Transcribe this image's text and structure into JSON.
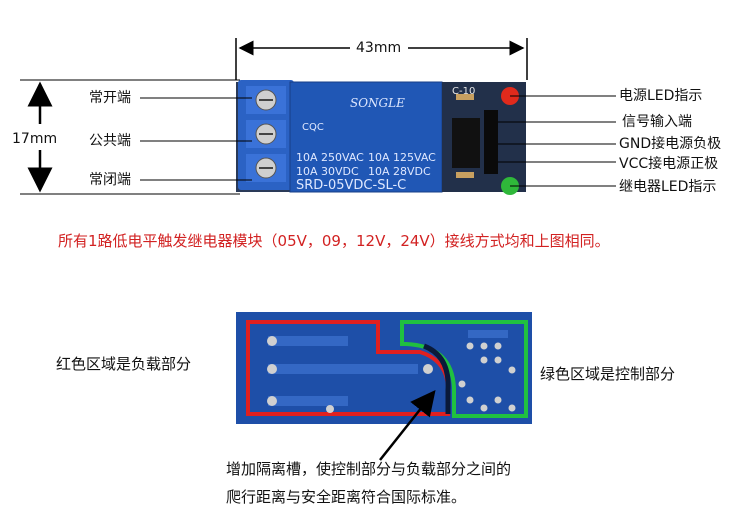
{
  "dimensions": {
    "width": "43mm",
    "height": "17mm"
  },
  "terminals": {
    "normally_open": "常开端",
    "common": "公共端",
    "normally_closed": "常闭端"
  },
  "relay": {
    "brand": "SONGLE",
    "rating_ac_1": "10A 250VAC",
    "rating_ac_2": "10A 125VAC",
    "rating_dc_1": "10A 30VDC",
    "rating_dc_2": "10A 28VDC",
    "model": "SRD-05VDC-SL-C",
    "cert": "CQC",
    "ref": "C-10"
  },
  "pin_labels": {
    "power_led": "电源LED指示",
    "signal_in": "信号输入端",
    "gnd": "GND接电源负极",
    "vcc": "VCC接电源正极",
    "relay_led": "继电器LED指示"
  },
  "module_note": "所有1路低电平触发继电器模块（05V，09，12V，24V）接线方式均和上图相同。",
  "zones": {
    "load": "红色区域是负载部分",
    "control": "绿色区域是控制部分"
  },
  "isolation_note": {
    "line1": "增加隔离槽，使控制部分与负载部分之间的",
    "line2": "爬行距离与安全距离符合国际标准。"
  },
  "colors": {
    "pcb_blue": "#1e4fa8",
    "relay_blue": "#2057b5",
    "terminal_blue": "#2b62c4",
    "load_zone": "#e02020",
    "control_zone": "#20c040",
    "note_red": "#d22222"
  }
}
